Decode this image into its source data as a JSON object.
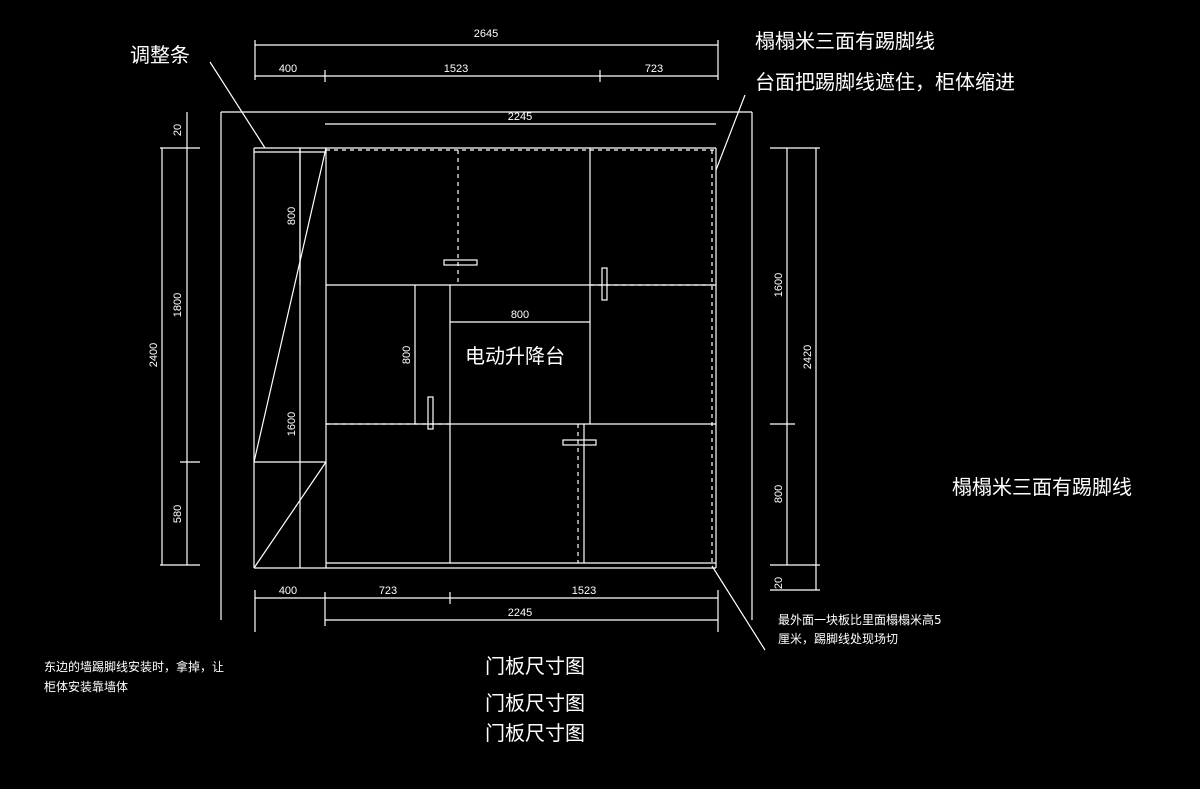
{
  "notes": {
    "adjust_strip": "调整条",
    "tatami_skirting_top": "榻榻米三面有踢脚线",
    "counter_covers": "台面把踢脚线遮住，柜体缩进",
    "electric_lift": "电动升降台",
    "tatami_skirting_right": "榻榻米三面有踢脚线",
    "outer_board_line1": "最外面一块板比里面榻榻米高5",
    "outer_board_line2": "厘米，踢脚线处现场切",
    "east_wall_line1": "东边的墙踢脚线安装时，拿掉，让",
    "east_wall_line2": "柜体安装靠墙体"
  },
  "titles": [
    "门板尺寸图",
    "门板尺寸图",
    "门板尺寸图"
  ],
  "dimensions": {
    "top_total": "2645",
    "top_left": "400",
    "top_mid": "1523",
    "top_right": "723",
    "top_inner": "2245",
    "left_20": "20",
    "left_2400": "2400",
    "left_1800": "1800",
    "left_580": "580",
    "inner_800": "800",
    "inner_1600": "1600",
    "right_1600": "1600",
    "right_2420": "2420",
    "right_800": "800",
    "right_20": "20",
    "lift_w": "800",
    "lift_h": "800",
    "bottom_left": "400",
    "bottom_mid": "723",
    "bottom_right": "1523",
    "bottom_total": "2245"
  },
  "colors": {
    "background": "#000000",
    "line": "#ffffff"
  }
}
